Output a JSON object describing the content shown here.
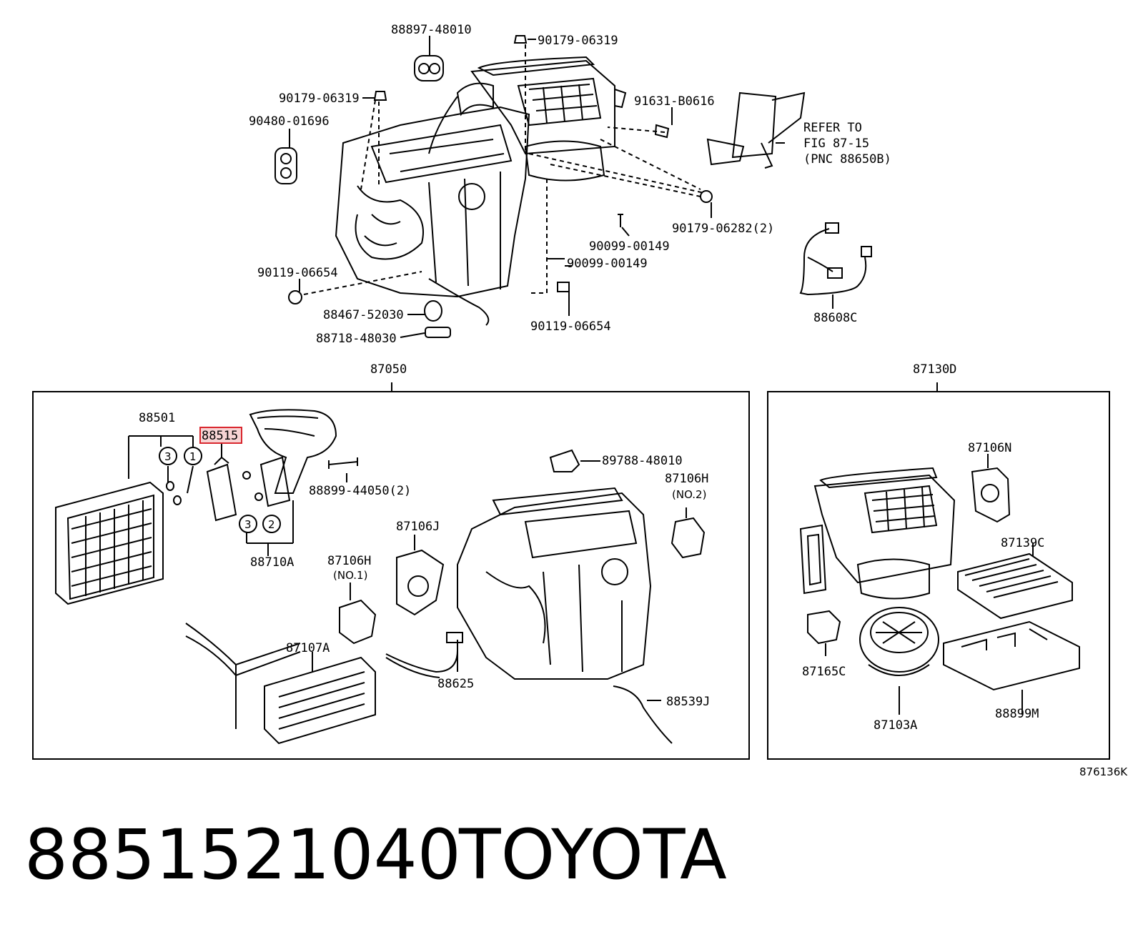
{
  "top_labels": {
    "l_88897": "88897-48010",
    "l_90179a": "90179-06319",
    "l_90179b": "90179-06319",
    "l_91631": "91631-B0616",
    "l_90480": "90480-01696",
    "l_refer1": "REFER TO",
    "l_refer2": "FIG 87-15",
    "l_refer3": "(PNC 88650B)",
    "l_90179c": "90179-06282(2)",
    "l_90099a": "90099-00149",
    "l_90099b": "90099-00149",
    "l_90119a": "90119-06654",
    "l_90119b": "90119-06654",
    "l_88467": "88467-52030",
    "l_88718": "88718-48030",
    "l_88608": "88608C"
  },
  "left_box": {
    "title": "87050",
    "l_88501": "88501",
    "l_88515": "88515",
    "circle_3a": "3",
    "circle_1": "1",
    "circle_3b": "3",
    "circle_2": "2",
    "l_88710": "88710A",
    "l_88899": "88899-44050(2)",
    "l_89788": "89788-48010",
    "l_87106h2": "87106H",
    "l_no2": "(NO.2)",
    "l_87106j": "87106J",
    "l_87106h1": "87106H",
    "l_no1": "(NO.1)",
    "l_87107": "87107A",
    "l_88625": "88625",
    "l_88539": "88539J"
  },
  "right_box": {
    "title": "87130D",
    "l_87106n": "87106N",
    "l_87139": "87139C",
    "l_87165": "87165C",
    "l_87103": "87103A",
    "l_88899m": "88899M"
  },
  "figure_code": "876136K",
  "caption": {
    "part_number": "8851521040",
    "brand": "TOYOTA"
  },
  "highlight_color": "#d9272e"
}
